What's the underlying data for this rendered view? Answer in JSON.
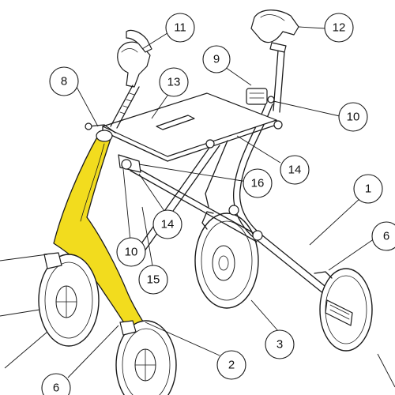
{
  "diagram": {
    "highlight_color": "#f2dc1e",
    "part_callouts": [
      {
        "id": "c-11",
        "label": "11"
      },
      {
        "id": "c-12",
        "label": "12"
      },
      {
        "id": "c-9",
        "label": "9"
      },
      {
        "id": "c-8",
        "label": "8"
      },
      {
        "id": "c-13",
        "label": "13"
      },
      {
        "id": "c-10a",
        "label": "10"
      },
      {
        "id": "c-14a",
        "label": "14"
      },
      {
        "id": "c-16",
        "label": "16"
      },
      {
        "id": "c-1",
        "label": "1"
      },
      {
        "id": "c-14b",
        "label": "14"
      },
      {
        "id": "c-10b",
        "label": "10"
      },
      {
        "id": "c-6a",
        "label": "6"
      },
      {
        "id": "c-15",
        "label": "15"
      },
      {
        "id": "c-3",
        "label": "3"
      },
      {
        "id": "c-2",
        "label": "2"
      },
      {
        "id": "c-6b",
        "label": "6"
      }
    ]
  }
}
